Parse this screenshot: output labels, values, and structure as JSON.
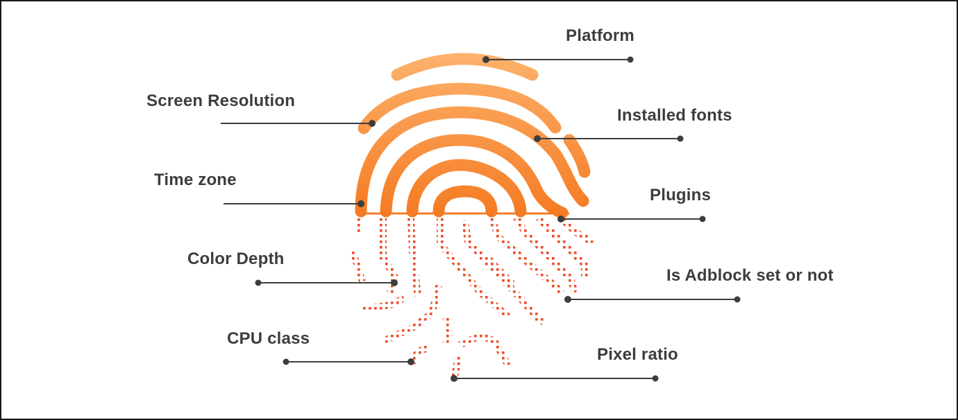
{
  "colors": {
    "ridge_top": "#fdb36e",
    "ridge_bottom": "#f57a22",
    "dots": "#ef4a24",
    "leader_lines": "#3d3d3d",
    "labels": "#3d3d3d"
  },
  "icon": "fingerprint-icon",
  "labels": {
    "platform": "Platform",
    "screen_resolution": "Screen Resolution",
    "installed_fonts": "Installed fonts",
    "time_zone": "Time zone",
    "plugins": "Plugins",
    "color_depth": "Color Depth",
    "adblock": "Is Adblock set or not",
    "cpu_class": "CPU class",
    "pixel_ratio": "Pixel ratio"
  }
}
